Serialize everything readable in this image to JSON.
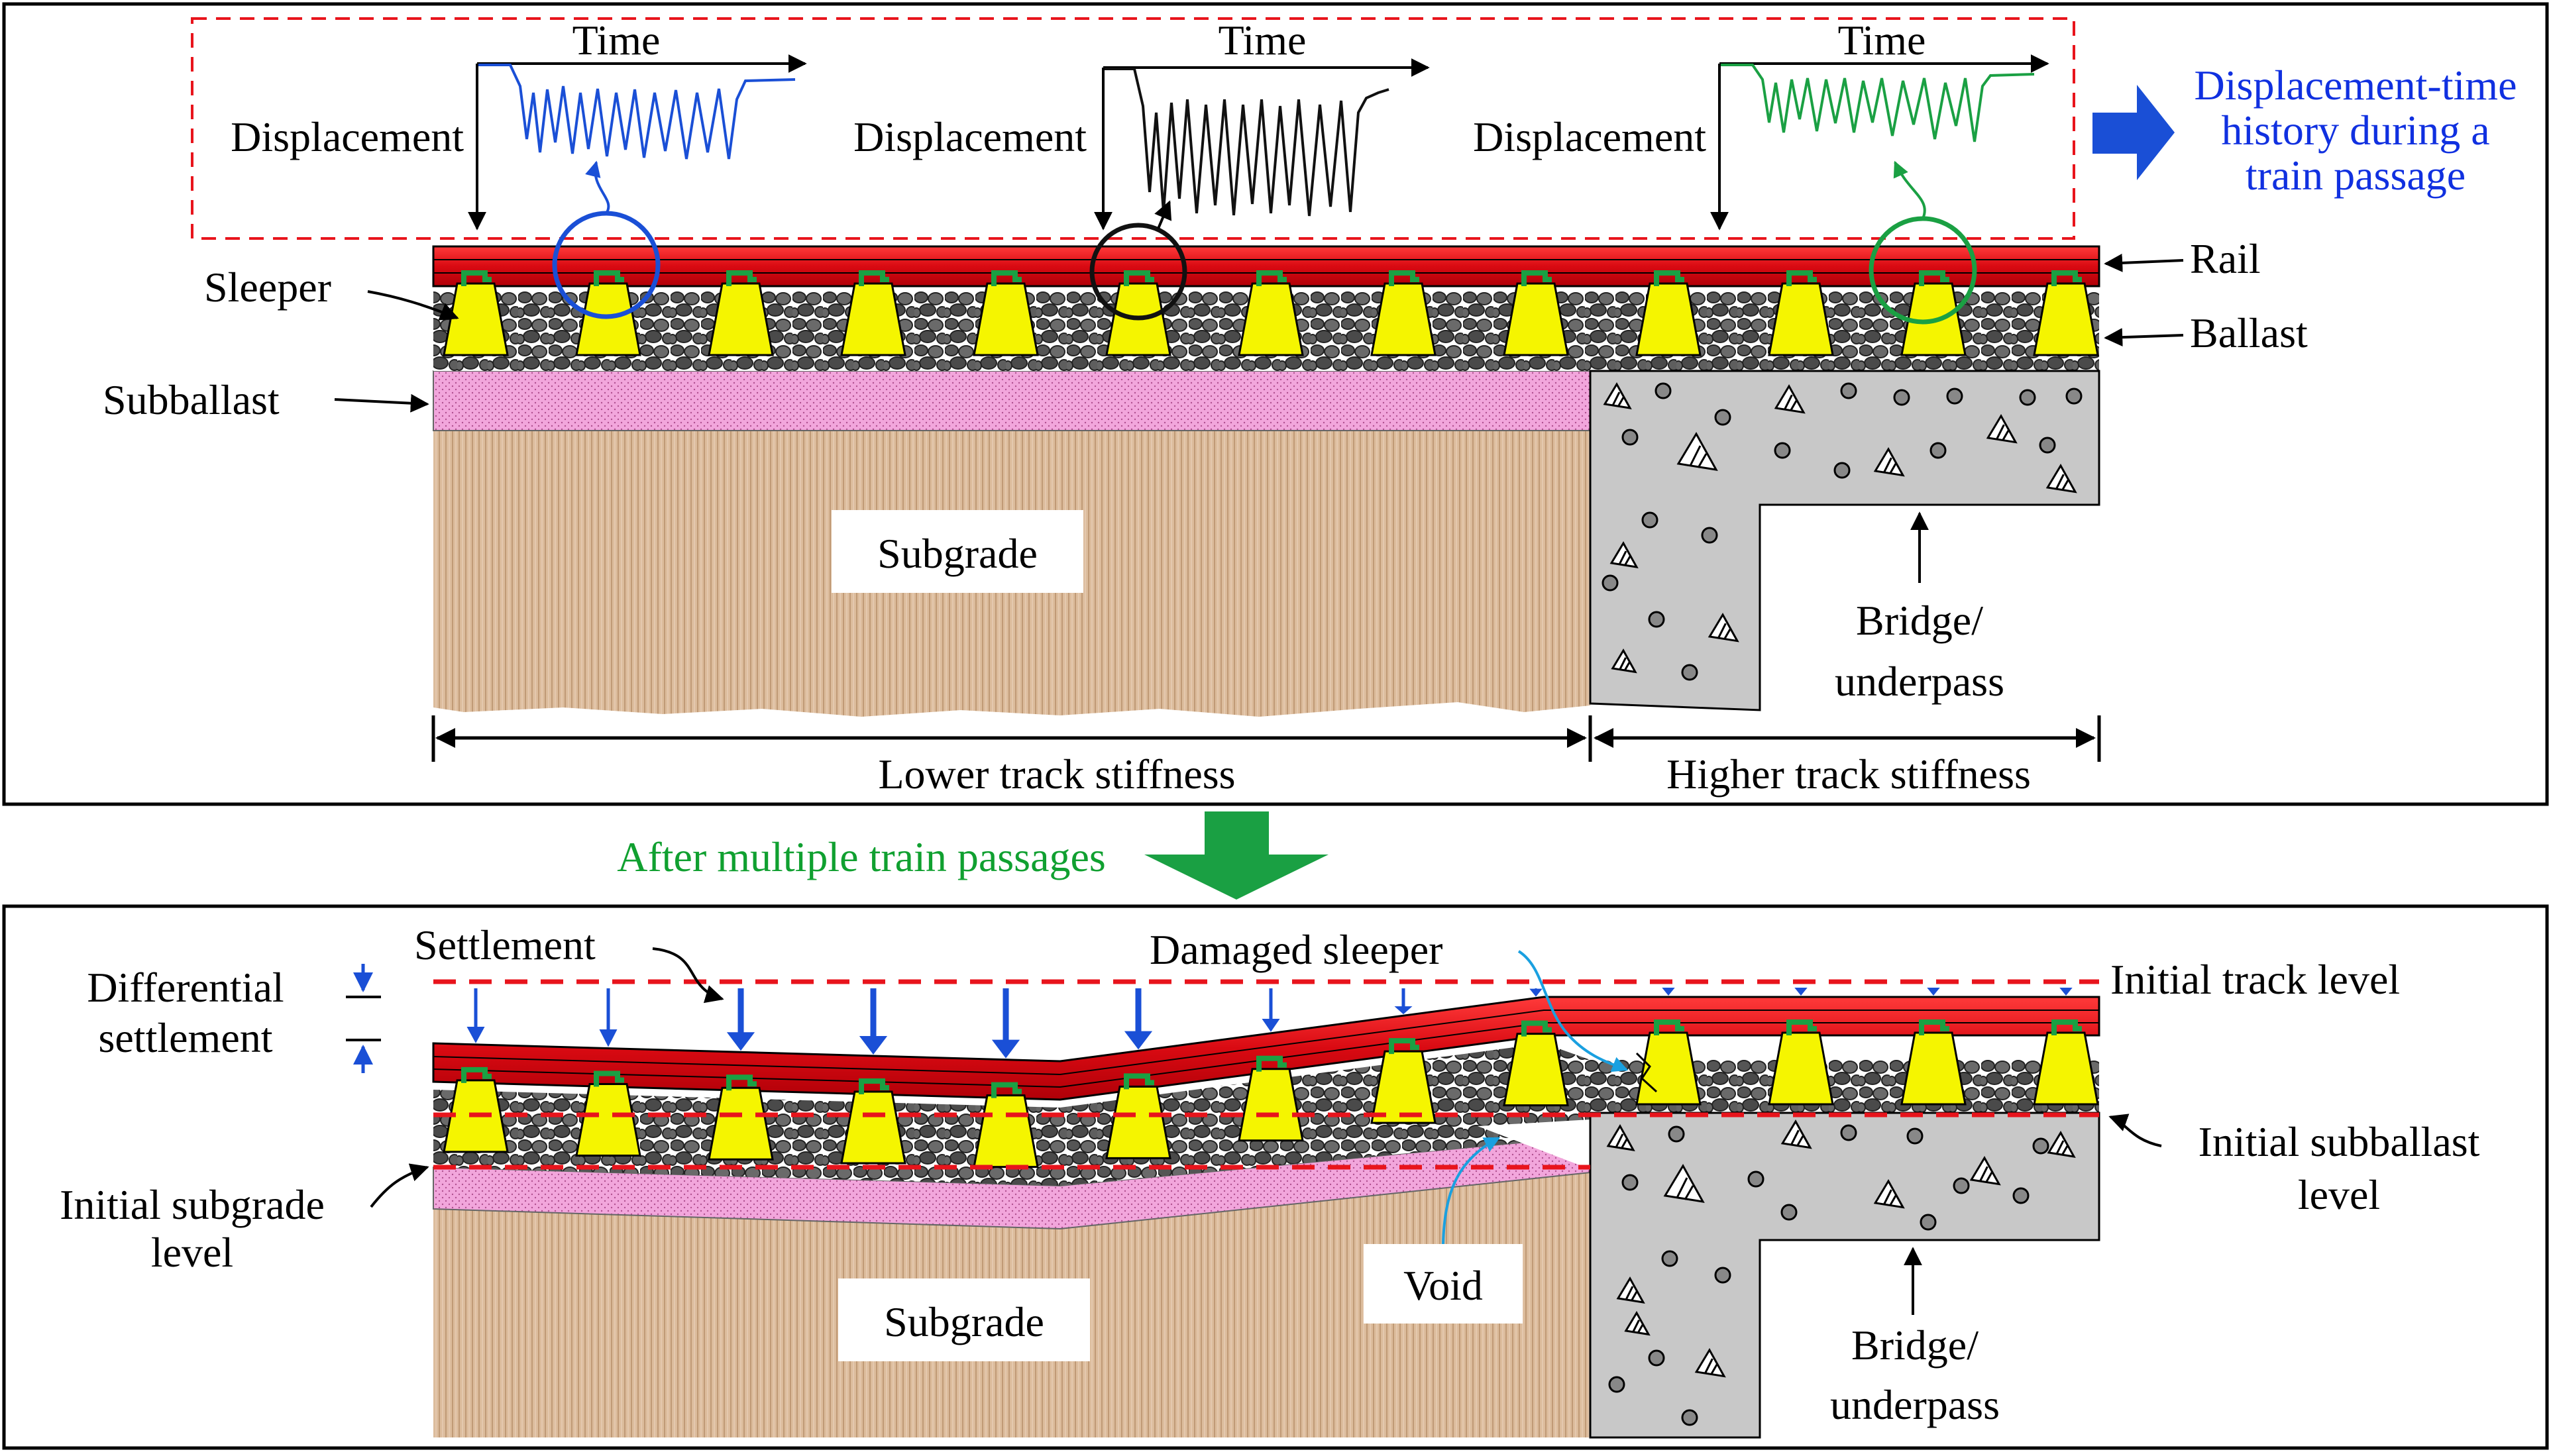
{
  "panel_top": {
    "plots": [
      {
        "time_label": "Time",
        "displacement_label": "Displacement",
        "color": "#1a4fd6"
      },
      {
        "time_label": "Time",
        "displacement_label": "Displacement",
        "color": "#111111"
      },
      {
        "time_label": "Time",
        "displacement_label": "Displacement",
        "color": "#1aa043"
      }
    ],
    "callout_lines": [
      "Displacement-time",
      "history during a",
      "train passage"
    ],
    "labels": {
      "rail": "Rail",
      "sleeper": "Sleeper",
      "ballast": "Ballast",
      "subballast": "Subballast",
      "subgrade": "Subgrade",
      "bridge_line1": "Bridge/",
      "bridge_line2": "underpass",
      "lower_stiffness": "Lower track stiffness",
      "higher_stiffness": "Higher track stiffness"
    }
  },
  "transition": {
    "label": "After multiple train passages"
  },
  "panel_bottom": {
    "labels": {
      "differential_line1": "Differential",
      "differential_line2": "settlement",
      "settlement": "Settlement",
      "damaged_sleeper": "Damaged sleeper",
      "initial_track_level": "Initial track level",
      "initial_subballast_line1": "Initial subballast",
      "initial_subballast_line2": "level",
      "initial_subgrade_line1": "Initial subgrade",
      "initial_subgrade_line2": "level",
      "void": "Void",
      "subgrade": "Subgrade",
      "bridge_line1": "Bridge/",
      "bridge_line2": "underpass"
    }
  },
  "colors": {
    "rail": "#e8141c",
    "sleeper": "#f5f500",
    "fastener": "#1aa043",
    "subballast": "#f2a6dc",
    "subgrade": "#d9b998",
    "concrete": "#c8c8c8",
    "level_line": "#e8141c",
    "settlement_arrow": "#1a4fd6",
    "transition_arrow": "#1aa043"
  }
}
